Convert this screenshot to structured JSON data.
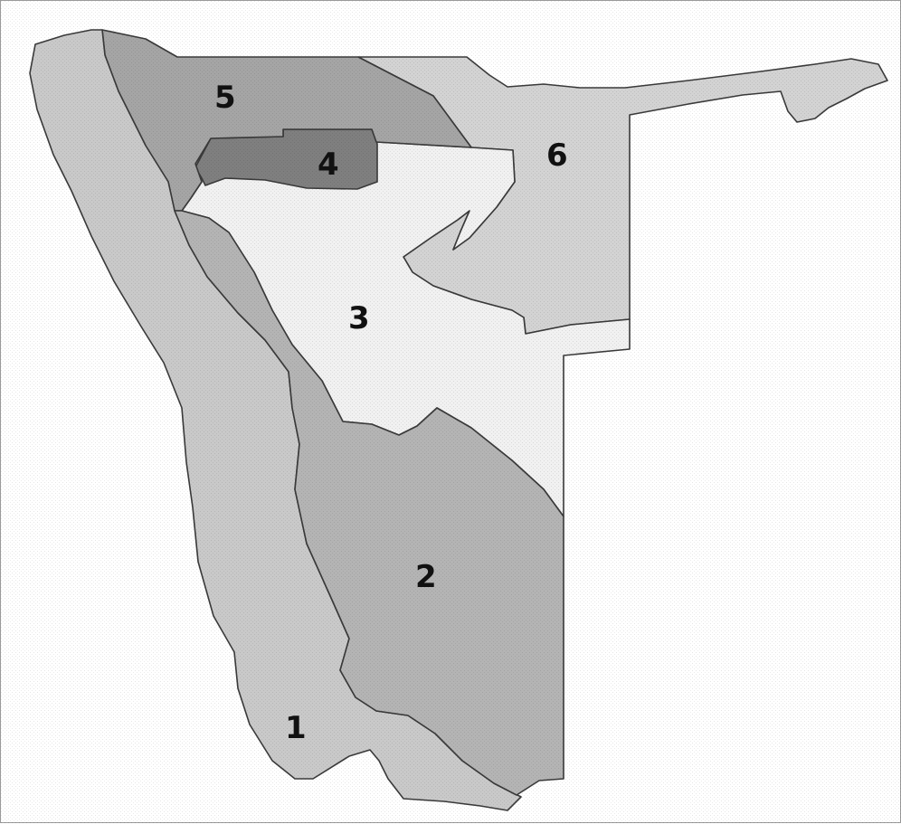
{
  "map": {
    "regions": [
      {
        "id": "1",
        "label": "1",
        "color": "#c9c9c9"
      },
      {
        "id": "2",
        "label": "2",
        "color": "#b4b4b4"
      },
      {
        "id": "3",
        "label": "3",
        "color": "#f1f1f1"
      },
      {
        "id": "4",
        "label": "4",
        "color": "#7f7f7f"
      },
      {
        "id": "5",
        "label": "5",
        "color": "#a5a5a5"
      },
      {
        "id": "6",
        "label": "6",
        "color": "#d3d3d3"
      }
    ],
    "border_color": "#3a3a3a",
    "background_color": "#ffffff"
  }
}
